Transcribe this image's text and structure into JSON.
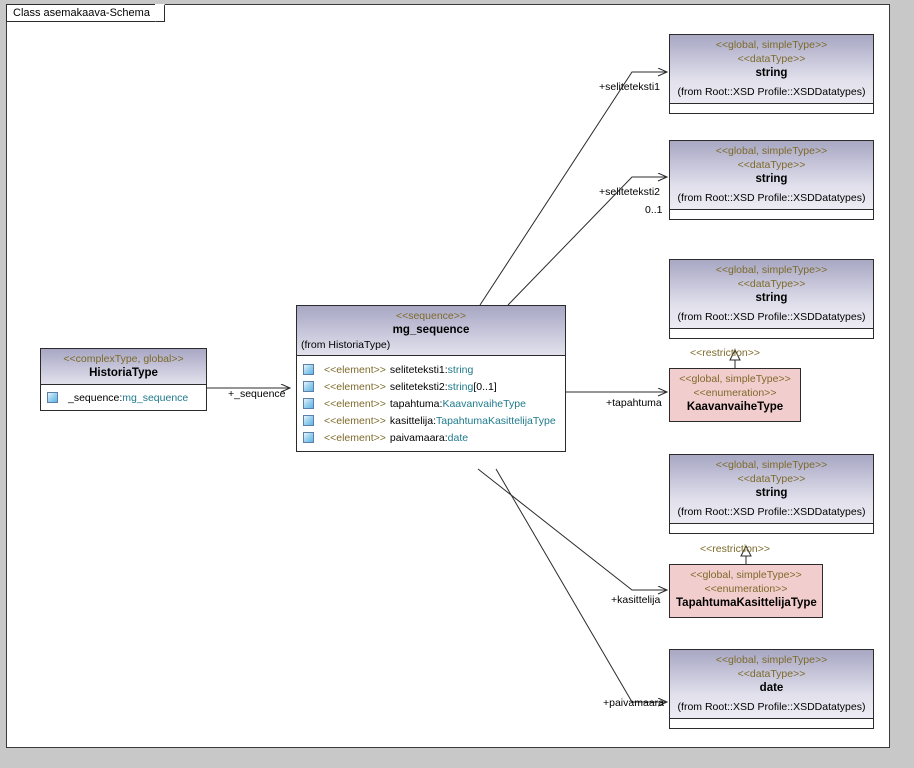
{
  "window": {
    "title": "Class asemakaava-Schema"
  },
  "nodes": {
    "historia": {
      "stereotype": "<<complexType, global>>",
      "name": "HistoriaType",
      "features": [
        {
          "icon": "element-icon",
          "stereotype": "",
          "name": "_sequence:",
          "type": "mg_sequence",
          "mult": ""
        }
      ]
    },
    "sequence": {
      "stereotype": "<<sequence>>",
      "name": "mg_sequence",
      "from": "(from HistoriaType)",
      "features": [
        {
          "icon": "element-icon",
          "stereotype": "<<element>>",
          "name": "seliteteksti1:",
          "type": "string",
          "mult": ""
        },
        {
          "icon": "element-icon",
          "stereotype": "<<element>>",
          "name": "seliteteksti2:",
          "type": "string",
          "mult": "[0..1]"
        },
        {
          "icon": "element-icon",
          "stereotype": "<<element>>",
          "name": "tapahtuma:",
          "type": "KaavanvaiheType",
          "mult": ""
        },
        {
          "icon": "element-icon",
          "stereotype": "<<element>>",
          "name": "kasittelija:",
          "type": "TapahtumaKasittelijaType",
          "mult": ""
        },
        {
          "icon": "element-icon",
          "stereotype": "<<element>>",
          "name": "paivamaara:",
          "type": "date",
          "mult": ""
        }
      ]
    },
    "string1": {
      "stereotype1": "<<global, simpleType>>",
      "stereotype2": "<<dataType>>",
      "name": "string",
      "from": "(from Root::XSD Profile::XSDDatatypes)"
    },
    "string2": {
      "stereotype1": "<<global, simpleType>>",
      "stereotype2": "<<dataType>>",
      "name": "string",
      "from": "(from Root::XSD Profile::XSDDatatypes)"
    },
    "string3": {
      "stereotype1": "<<global, simpleType>>",
      "stereotype2": "<<dataType>>",
      "name": "string",
      "from": "(from Root::XSD Profile::XSDDatatypes)"
    },
    "string4": {
      "stereotype1": "<<global, simpleType>>",
      "stereotype2": "<<dataType>>",
      "name": "string",
      "from": "(from Root::XSD Profile::XSDDatatypes)"
    },
    "date1": {
      "stereotype1": "<<global, simpleType>>",
      "stereotype2": "<<dataType>>",
      "name": "date",
      "from": "(from Root::XSD Profile::XSDDatatypes)"
    },
    "kaavanvaihe": {
      "stereotype1": "<<global, simpleType>>",
      "stereotype2": "<<enumeration>>",
      "name": "KaavanvaiheType"
    },
    "tapahtumakasittelija": {
      "stereotype1": "<<global, simpleType>>",
      "stereotype2": "<<enumeration>>",
      "name": "TapahtumaKasittelijaType"
    }
  },
  "edges": {
    "sequence_role": "+_sequence",
    "seliteteksti1": "+seliteteksti1",
    "seliteteksti2": "+seliteteksti2",
    "seliteteksti2_mult": "0..1",
    "tapahtuma": "+tapahtuma",
    "kasittelija": "+kasittelija",
    "paivamaara": "+paivamaara",
    "restriction1": "<<restriction>>",
    "restriction2": "<<restriction>>"
  },
  "colors": {
    "header_gradient_top": "#a9a8c4",
    "header_gradient_bottom": "#e2e1ec",
    "enumeration_fill": "#f2cdcd",
    "stereotype_text": "#7d6a2a",
    "type_text": "#1f7a8c",
    "canvas": "#ffffff",
    "desktop": "#c8c8c8",
    "border": "#2b2b2b"
  }
}
